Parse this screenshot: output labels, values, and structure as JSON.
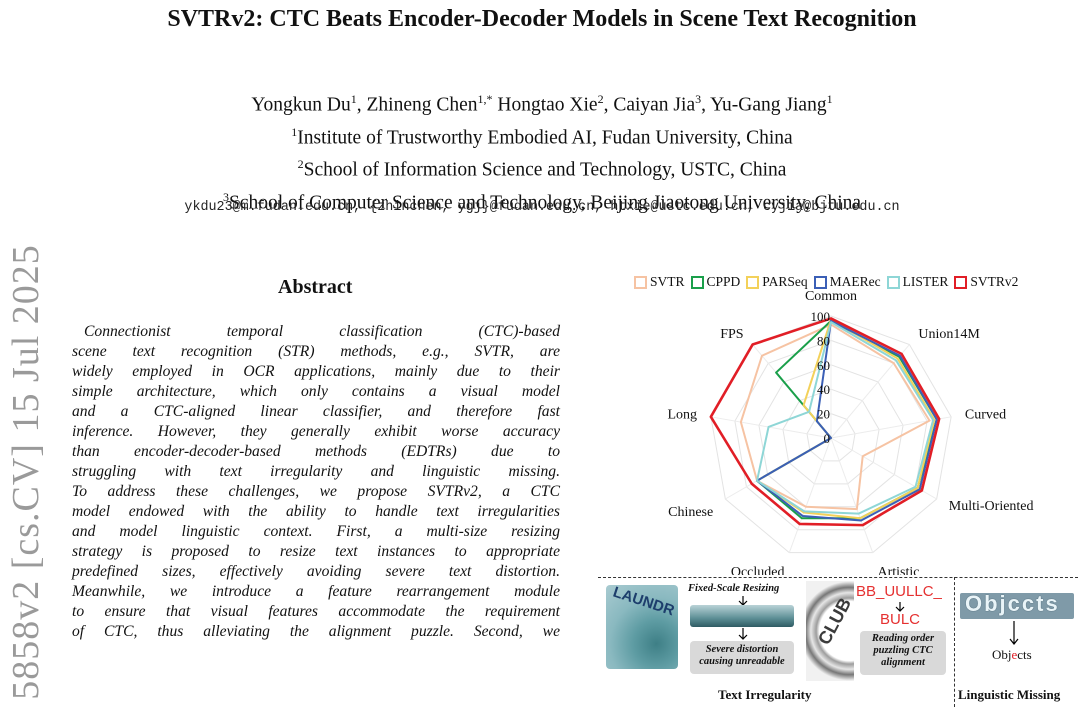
{
  "paper": {
    "title": "SVTRv2: CTC Beats Encoder-Decoder Models in Scene Text Recognition",
    "authors": [
      {
        "name": "Yongkun Du",
        "sup": "1",
        "sep": ", "
      },
      {
        "name": "Zhineng Chen",
        "sup": "1,*",
        "sep": " "
      },
      {
        "name": "Hongtao Xie",
        "sup": "2",
        "sep": ", "
      },
      {
        "name": "Caiyan Jia",
        "sup": "3",
        "sep": ", "
      },
      {
        "name": "Yu-Gang Jiang",
        "sup": "1",
        "sep": ""
      }
    ],
    "affiliations": [
      {
        "sup": "1",
        "text": "Institute of Trustworthy Embodied AI, Fudan University, China"
      },
      {
        "sup": "2",
        "text": "School of Information Science and Technology, USTC, China"
      },
      {
        "sup": "3",
        "text": "School of Computer Science and Technology, Beijing Jiaotong University, China"
      }
    ],
    "emails": "ykdu23@m.fudan.edu.cn, {zhinchen, ygj}@fudan.edu.cn, htxie@ustc.edu.cn, cyjia@bjtu.edu.cn",
    "arxiv_stamp": "5858v2  [cs.CV]  15 Jul 2025",
    "abstract_heading": "Abstract",
    "abstract_lines": [
      "Connectionist temporal classification (CTC)-based",
      "scene text recognition (STR) methods, e.g., SVTR, are",
      "widely employed in OCR applications, mainly due to their",
      "simple architecture, which only contains a visual model",
      "and a CTC-aligned linear classifier, and therefore fast",
      "inference. However, they generally exhibit worse accuracy",
      "than encoder-decoder-based methods (EDTRs) due to",
      "struggling with text irregularity and linguistic missing.",
      "To address these challenges, we propose SVTRv2, a CTC",
      "model endowed with the ability to handle text irregularities",
      "and model linguistic context. First, a multi-size resizing",
      "strategy is proposed to resize text instances to appropriate",
      "predefined sizes, effectively avoiding severe text distortion.",
      "Meanwhile, we introduce a feature rearrangement module",
      "to ensure that visual features accommodate the requirement",
      "of CTC, thus alleviating the alignment puzzle. Second, we"
    ]
  },
  "chart_data": {
    "type": "radar",
    "categories": [
      "Common",
      "Union14M",
      "Curved",
      "Multi-Oriented",
      "Artistic",
      "Occluded",
      "Chinese",
      "Long",
      "FPS"
    ],
    "radial_ticks": [
      0,
      20,
      40,
      60,
      80,
      100
    ],
    "rlim": [
      0,
      100
    ],
    "series": [
      {
        "name": "SVTR",
        "color": "#f6c3a3",
        "values": [
          93,
          80,
          82,
          30,
          62,
          60,
          70,
          75,
          88
        ]
      },
      {
        "name": "CPPD",
        "color": "#1a9f4a",
        "values": [
          96,
          87,
          88,
          82,
          70,
          70,
          70,
          0,
          70
        ]
      },
      {
        "name": "PARSeq",
        "color": "#f3d15a",
        "values": [
          97,
          85,
          86,
          82,
          70,
          65,
          70,
          0,
          35
        ]
      },
      {
        "name": "MAERec",
        "color": "#3b5fb6",
        "values": [
          96,
          88,
          88,
          84,
          72,
          68,
          70,
          0,
          18
        ]
      },
      {
        "name": "LISTER",
        "color": "#8ed6d6",
        "values": [
          95,
          83,
          85,
          80,
          66,
          64,
          70,
          52,
          28
        ]
      },
      {
        "name": "SVTRv2",
        "color": "#e11e26",
        "values": [
          98,
          90,
          90,
          86,
          76,
          75,
          75,
          100,
          100
        ]
      }
    ],
    "legend_position": "top"
  },
  "figure_bottom": {
    "fixed_scale_label": "Fixed-Scale Resizing",
    "distortion_note": [
      "Severe distortion",
      "causing unreadable"
    ],
    "red_text_top": "BB_UULLC_",
    "red_text_bottom": "BULC",
    "reading_order_note": [
      "Reading order",
      "puzzling CTC",
      "alignment"
    ],
    "text_irregularity_caption": "Text Irregularity",
    "objects_image_text": "Objccts",
    "objects_output": [
      "Obj",
      "e",
      "cts"
    ],
    "linguistic_caption": "Linguistic Missing",
    "launder_image_text": "LAUNDR",
    "club_image_text": "CLUB"
  }
}
